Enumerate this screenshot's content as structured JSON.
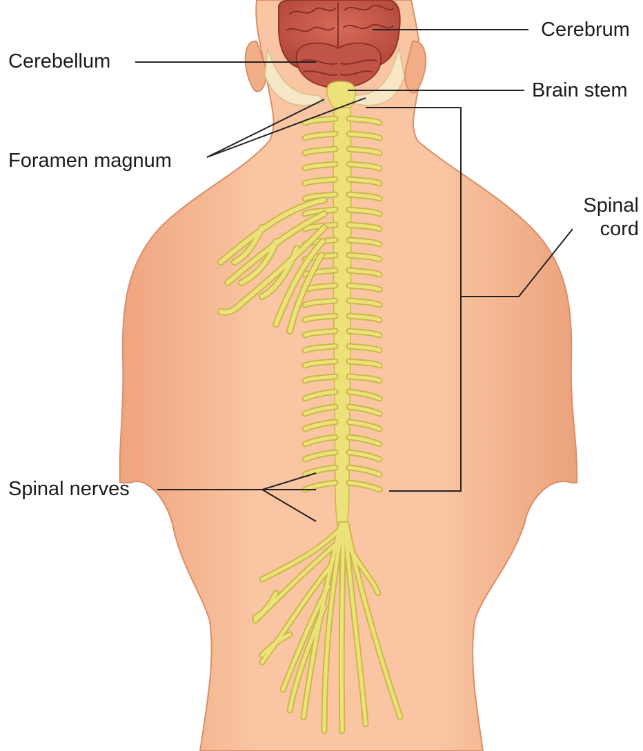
{
  "labels": {
    "cerebrum": "Cerebrum",
    "cerebellum": "Cerebellum",
    "brain_stem": "Brain stem",
    "foramen_magnum": "Foramen magnum",
    "spinal_cord_line1": "Spinal",
    "spinal_cord_line2": "cord",
    "spinal_nerves": "Spinal nerves"
  },
  "colors": {
    "skin": "#f7b892",
    "skin_shadow": "#e89a74",
    "brain": "#c8584a",
    "brain_fold": "#9e3a30",
    "nerve": "#ede27a",
    "nerve_edge": "#c9b84a",
    "leader": "#222222"
  }
}
